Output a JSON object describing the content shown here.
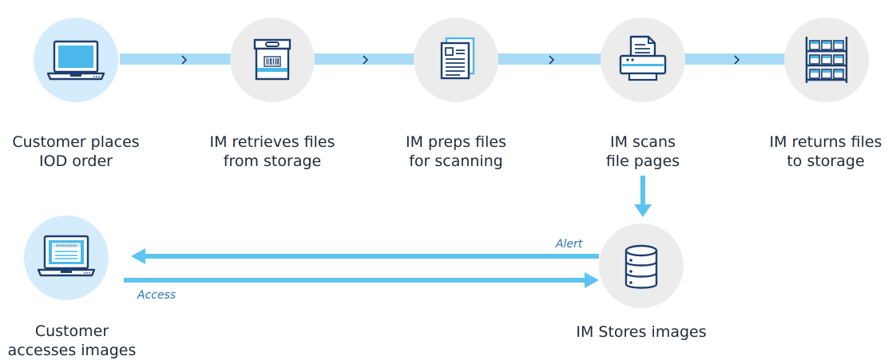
{
  "steps": [
    {
      "line1": "Customer places",
      "line2": "IOD order",
      "icon": "laptop-icon"
    },
    {
      "line1": "IM retrieves files",
      "line2": "from storage",
      "icon": "storage-box-icon"
    },
    {
      "line1": "IM preps files",
      "line2": "for scanning",
      "icon": "documents-icon"
    },
    {
      "line1": "IM scans",
      "line2": "file pages",
      "icon": "scanner-icon"
    },
    {
      "line1": "IM returns files",
      "line2": "to storage",
      "icon": "shelves-icon"
    }
  ],
  "bottom": {
    "customer": {
      "line1": "Customer",
      "line2": "accesses images",
      "icon": "laptop-notification-icon",
      "notification_text": "NOTIFICATION"
    },
    "storage": {
      "label": "IM Stores images",
      "icon": "database-icon"
    },
    "alert_label": "Alert",
    "access_label": "Access"
  },
  "colors": {
    "connector": "#a8dcf6",
    "arrow": "#5cc4ee",
    "icon_stroke": "#1c3f6e",
    "icon_fill": "#4ab8ea",
    "light_circle": "#d4ecfb",
    "gray_circle": "#ececec"
  }
}
